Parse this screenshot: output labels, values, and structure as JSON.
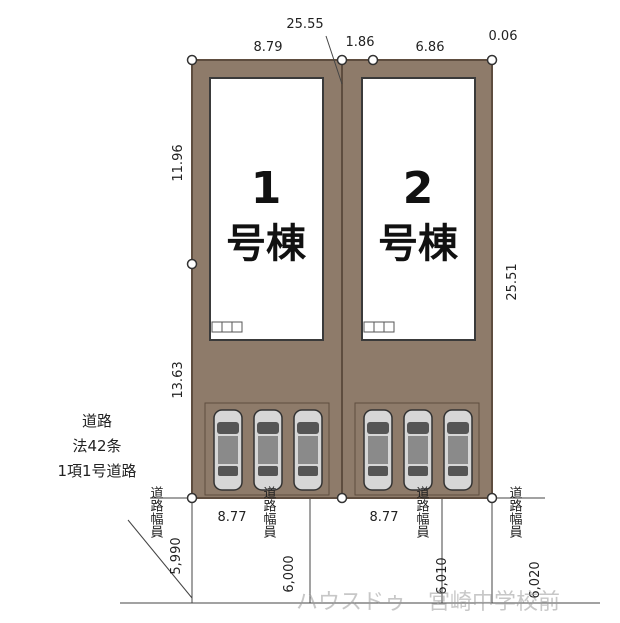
{
  "colors": {
    "lot_fill": "#8e7b6a",
    "lot_stroke": "#5e4d3f",
    "building_fill": "#ffffff",
    "car_body": "#d7d7d7",
    "car_roof": "#8a8a8a",
    "node": "#ffffff",
    "line": "#333333",
    "watermark": "#9a9a9a"
  },
  "dimensions": {
    "top_total": "25.55",
    "top_lot1": "8.79",
    "top_gap": "1.86",
    "top_lot2": "6.86",
    "top_corner": "0.06",
    "left_upper": "11.96",
    "left_lower": "13.63",
    "right": "25.51",
    "bottom_lot1": "8.77",
    "bottom_lot2": "8.77"
  },
  "buildings": [
    {
      "number": "1",
      "label": "号棟"
    },
    {
      "number": "2",
      "label": "号棟"
    }
  ],
  "road": {
    "title": "道路",
    "law": "法42条",
    "type": "1項1号道路"
  },
  "road_widths": [
    {
      "label": "道路幅員",
      "value": "5,990"
    },
    {
      "label": "道路幅員",
      "value": "6,000"
    },
    {
      "label": "道路幅員",
      "value": "6,010"
    },
    {
      "label": "道路幅員",
      "value": "6,020"
    }
  ],
  "watermark": "ハウスドゥ　宮崎中学校前",
  "parking": {
    "lot1_cars": 3,
    "lot2_cars": 3
  }
}
